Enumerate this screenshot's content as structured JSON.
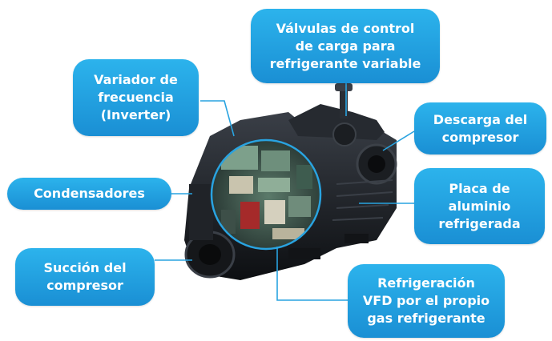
{
  "labels": {
    "valvulas": [
      "Válvulas de control",
      "de carga para",
      "refrigerante variable"
    ],
    "variador": [
      "Variador de",
      "frecuencia",
      "(Inverter)"
    ],
    "descarga": [
      "Descarga del",
      "compresor"
    ],
    "condensadores": [
      "Condensadores"
    ],
    "placa": [
      "Placa de",
      "aluminio",
      "refrigerada"
    ],
    "succion": [
      "Succión del",
      "compresor"
    ],
    "refrigeracion": [
      "Refrigeración",
      "VFD por el propio",
      "gas refrigerante"
    ]
  },
  "colors": {
    "callout": "#1e9ad9",
    "leader_line": "#29a3e0",
    "machine": "#1c1f24"
  },
  "image": {
    "subject": "semi-hermetic-compressor-with-inverter-photo"
  }
}
